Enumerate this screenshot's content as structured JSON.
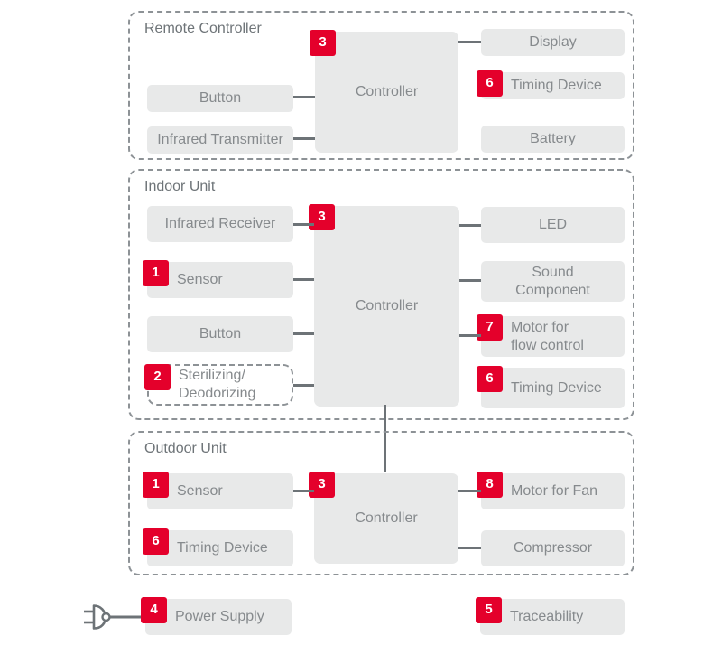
{
  "sections": {
    "remote": {
      "title": "Remote Controller",
      "button": "Button",
      "infrared_transmitter": "Infrared Transmitter",
      "controller": "Controller",
      "controller_badge": "3",
      "display": "Display",
      "timing_device": "Timing Device",
      "timing_badge": "6",
      "battery": "Battery"
    },
    "indoor": {
      "title": "Indoor Unit",
      "infrared_receiver": "Infrared Receiver",
      "sensor": "Sensor",
      "sensor_badge": "1",
      "button": "Button",
      "sterilizing_badge": "2",
      "sterilizing_line1": "Sterilizing/",
      "sterilizing_line2": "Deodorizing",
      "controller": "Controller",
      "controller_badge": "3",
      "led": "LED",
      "sound_line1": "Sound",
      "sound_line2": "Component",
      "motor_badge": "7",
      "motor_line1": "Motor for",
      "motor_line2": "flow control",
      "timing_device": "Timing Device",
      "timing_badge": "6"
    },
    "outdoor": {
      "title": "Outdoor Unit",
      "sensor": "Sensor",
      "sensor_badge": "1",
      "timing_device": "Timing Device",
      "timing_badge": "6",
      "controller": "Controller",
      "controller_badge": "3",
      "motor_fan": "Motor for Fan",
      "motor_fan_badge": "8",
      "compressor": "Compressor"
    },
    "bottom": {
      "power_supply": "Power Supply",
      "power_supply_badge": "4",
      "traceability": "Traceability",
      "traceability_badge": "5"
    }
  },
  "icons": {
    "power_plug": "power-plug-icon"
  },
  "colors": {
    "accent_red": "#e4002b",
    "box_gray": "#e8e9e9",
    "label_gray": "#868a8d",
    "title_gray": "#6e7478",
    "line_gray": "#6d7377",
    "dash_gray": "#8d9296"
  }
}
